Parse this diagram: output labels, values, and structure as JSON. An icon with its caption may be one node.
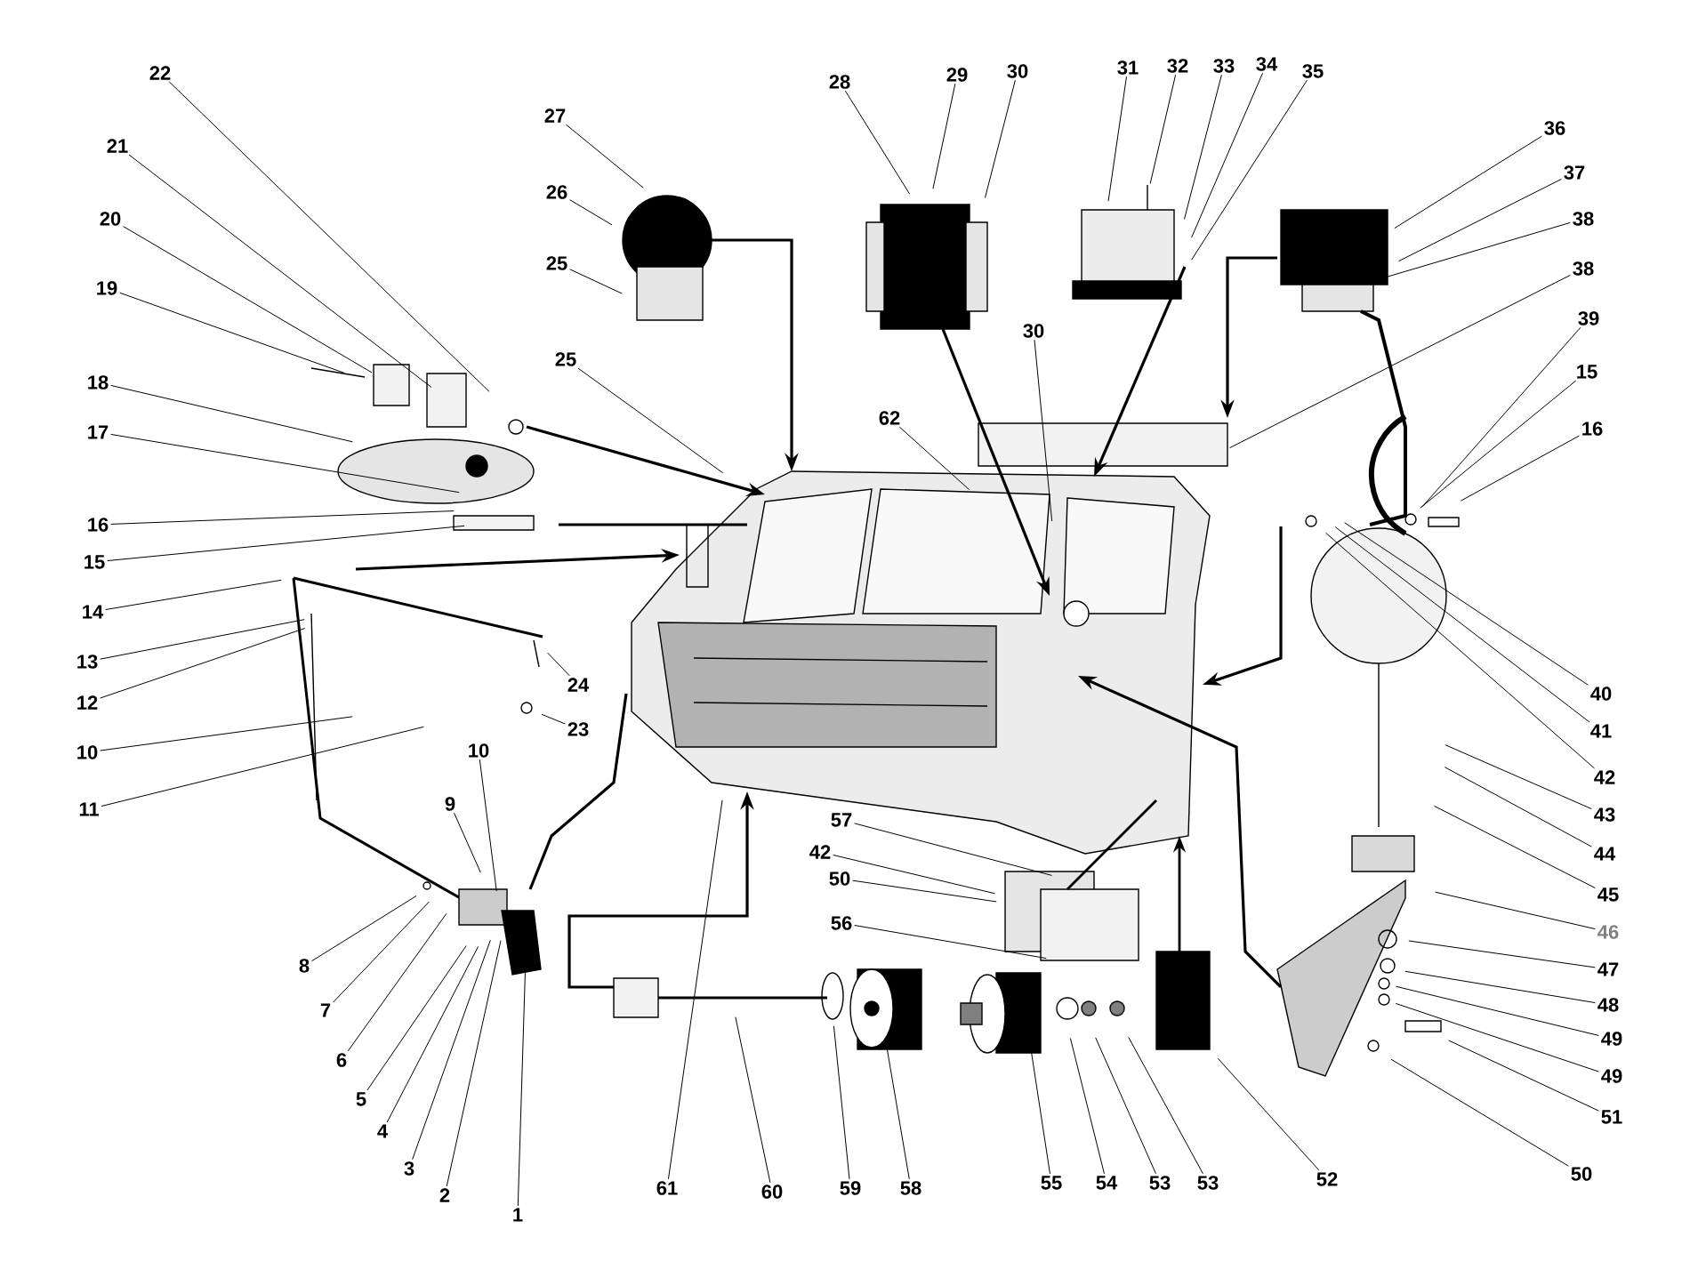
{
  "diagram": {
    "nodes": [
      {
        "text": [
          "1"
        ]
      },
      {
        "text": [
          "2"
        ]
      },
      {
        "text": [
          "3"
        ]
      },
      {
        "text": [
          "4"
        ]
      },
      {
        "text": [
          "5"
        ]
      },
      {
        "text": [
          "6"
        ]
      },
      {
        "text": [
          "7"
        ]
      },
      {
        "text": [
          "8"
        ]
      },
      {
        "text": [
          "9"
        ]
      },
      {
        "text": [
          "10"
        ]
      },
      {
        "text": [
          "10"
        ]
      },
      {
        "text": [
          "11"
        ]
      },
      {
        "text": [
          "12"
        ]
      },
      {
        "text": [
          "13"
        ]
      },
      {
        "text": [
          "14"
        ]
      },
      {
        "text": [
          "15"
        ]
      },
      {
        "text": [
          "16"
        ]
      },
      {
        "text": [
          "17"
        ]
      },
      {
        "text": [
          "18"
        ]
      },
      {
        "text": [
          "19"
        ]
      },
      {
        "text": [
          "20"
        ]
      },
      {
        "text": [
          "21"
        ]
      },
      {
        "text": [
          "22"
        ]
      },
      {
        "text": [
          "23"
        ]
      },
      {
        "text": [
          "24"
        ]
      },
      {
        "text": [
          "25"
        ]
      },
      {
        "text": [
          "25"
        ]
      },
      {
        "text": [
          "26"
        ]
      },
      {
        "text": [
          "27"
        ]
      },
      {
        "text": [
          "28"
        ]
      },
      {
        "text": [
          "29"
        ]
      },
      {
        "text": [
          "30"
        ]
      },
      {
        "text": [
          "30"
        ]
      },
      {
        "text": [
          "31"
        ]
      },
      {
        "text": [
          "32"
        ]
      },
      {
        "text": [
          "33"
        ]
      },
      {
        "text": [
          "34"
        ]
      },
      {
        "text": [
          "35"
        ]
      },
      {
        "text": [
          "36"
        ]
      },
      {
        "text": [
          "37"
        ]
      },
      {
        "text": [
          "38"
        ]
      },
      {
        "text": [
          "38"
        ]
      },
      {
        "text": [
          "39"
        ]
      },
      {
        "text": [
          "15"
        ]
      },
      {
        "text": [
          "16"
        ]
      },
      {
        "text": [
          "40"
        ]
      },
      {
        "text": [
          "41"
        ]
      },
      {
        "text": [
          "42"
        ]
      },
      {
        "text": [
          "43"
        ]
      },
      {
        "text": [
          "44"
        ]
      },
      {
        "text": [
          "45"
        ]
      },
      {
        "text": [
          "46"
        ]
      },
      {
        "text": [
          "47"
        ]
      },
      {
        "text": [
          "48"
        ]
      },
      {
        "text": [
          "49"
        ]
      },
      {
        "text": [
          "49"
        ]
      },
      {
        "text": [
          "51"
        ]
      },
      {
        "text": [
          "50"
        ]
      },
      {
        "text": [
          "52"
        ]
      },
      {
        "text": [
          "53"
        ]
      },
      {
        "text": [
          "53"
        ]
      },
      {
        "text": [
          "54"
        ]
      },
      {
        "text": [
          "55"
        ]
      },
      {
        "text": [
          "56"
        ]
      },
      {
        "text": [
          "57"
        ]
      },
      {
        "text": [
          "42"
        ]
      },
      {
        "text": [
          "50"
        ]
      },
      {
        "text": [
          "58"
        ]
      },
      {
        "text": [
          "59"
        ]
      },
      {
        "text": [
          "60"
        ]
      },
      {
        "text": [
          "61"
        ]
      },
      {
        "text": [
          "62"
        ]
      }
    ],
    "edges": [
      {
        "from": 0,
        "to": null,
        "arrow": "none"
      },
      {
        "from": 1,
        "to": null,
        "arrow": "none"
      },
      {
        "from": 2,
        "to": null,
        "arrow": "none"
      },
      {
        "from": 3,
        "to": null,
        "arrow": "none"
      },
      {
        "from": 4,
        "to": null,
        "arrow": "none"
      },
      {
        "from": 5,
        "to": null,
        "arrow": "none"
      },
      {
        "from": 6,
        "to": null,
        "arrow": "none"
      },
      {
        "from": 7,
        "to": null,
        "arrow": "none"
      },
      {
        "from": 8,
        "to": null,
        "arrow": "none"
      },
      {
        "from": 9,
        "to": null,
        "arrow": "none"
      },
      {
        "from": 10,
        "to": null,
        "arrow": "none"
      },
      {
        "from": 11,
        "to": null,
        "arrow": "none"
      },
      {
        "from": 12,
        "to": null,
        "arrow": "none"
      },
      {
        "from": 13,
        "to": null,
        "arrow": "none"
      },
      {
        "from": 14,
        "to": null,
        "arrow": "none"
      },
      {
        "from": 15,
        "to": null,
        "arrow": "none"
      },
      {
        "from": 16,
        "to": null,
        "arrow": "none"
      },
      {
        "from": 17,
        "to": null,
        "arrow": "none"
      },
      {
        "from": 18,
        "to": null,
        "arrow": "none"
      },
      {
        "from": 19,
        "to": null,
        "arrow": "none"
      },
      {
        "from": 20,
        "to": null,
        "arrow": "none"
      },
      {
        "from": 21,
        "to": null,
        "arrow": "none"
      },
      {
        "from": 22,
        "to": null,
        "arrow": "none"
      },
      {
        "from": 23,
        "to": null,
        "arrow": "none"
      },
      {
        "from": 24,
        "to": null,
        "arrow": "none"
      },
      {
        "from": 25,
        "to": null,
        "arrow": "none"
      },
      {
        "from": 26,
        "to": null,
        "arrow": "none"
      },
      {
        "from": 27,
        "to": null,
        "arrow": "none"
      },
      {
        "from": 28,
        "to": null,
        "arrow": "none"
      },
      {
        "from": 29,
        "to": null,
        "arrow": "none"
      },
      {
        "from": 30,
        "to": null,
        "arrow": "none"
      },
      {
        "from": 31,
        "to": null,
        "arrow": "none"
      },
      {
        "from": 32,
        "to": null,
        "arrow": "none"
      },
      {
        "from": 33,
        "to": null,
        "arrow": "none"
      },
      {
        "from": 34,
        "to": null,
        "arrow": "none"
      },
      {
        "from": 35,
        "to": null,
        "arrow": "none"
      },
      {
        "from": 36,
        "to": null,
        "arrow": "none"
      },
      {
        "from": 37,
        "to": null,
        "arrow": "none"
      },
      {
        "from": 38,
        "to": null,
        "arrow": "none"
      },
      {
        "from": 39,
        "to": null,
        "arrow": "none"
      },
      {
        "from": 40,
        "to": null,
        "arrow": "none"
      },
      {
        "from": 41,
        "to": null,
        "arrow": "none"
      },
      {
        "from": 42,
        "to": null,
        "arrow": "none"
      },
      {
        "from": 43,
        "to": null,
        "arrow": "none"
      },
      {
        "from": 44,
        "to": null,
        "arrow": "none"
      },
      {
        "from": 45,
        "to": null,
        "arrow": "none"
      },
      {
        "from": 46,
        "to": null,
        "arrow": "none"
      },
      {
        "from": 47,
        "to": null,
        "arrow": "none"
      },
      {
        "from": 48,
        "to": null,
        "arrow": "none"
      },
      {
        "from": 49,
        "to": null,
        "arrow": "none"
      },
      {
        "from": 50,
        "to": null,
        "arrow": "none"
      },
      {
        "from": 51,
        "to": null,
        "arrow": "none"
      },
      {
        "from": 52,
        "to": null,
        "arrow": "none"
      },
      {
        "from": 53,
        "to": null,
        "arrow": "none"
      },
      {
        "from": 54,
        "to": null,
        "arrow": "none"
      },
      {
        "from": 55,
        "to": null,
        "arrow": "none"
      },
      {
        "from": 56,
        "to": null,
        "arrow": "none"
      },
      {
        "from": 57,
        "to": null,
        "arrow": "none"
      },
      {
        "from": 58,
        "to": null,
        "arrow": "none"
      },
      {
        "from": 59,
        "to": null,
        "arrow": "none"
      },
      {
        "from": 60,
        "to": null,
        "arrow": "none"
      },
      {
        "from": 61,
        "to": null,
        "arrow": "none"
      },
      {
        "from": 62,
        "to": null,
        "arrow": "none"
      },
      {
        "from": 63,
        "to": null,
        "arrow": "none"
      },
      {
        "from": 64,
        "to": null,
        "arrow": "none"
      },
      {
        "from": 65,
        "to": null,
        "arrow": "none"
      },
      {
        "from": 66,
        "to": null,
        "arrow": "none"
      },
      {
        "from": 67,
        "to": null,
        "arrow": "none"
      },
      {
        "from": 68,
        "to": null,
        "arrow": "none"
      },
      {
        "from": 69,
        "to": null,
        "arrow": "none"
      },
      {
        "from": 70,
        "to": null,
        "arrow": "none"
      },
      {
        "from": 71,
        "to": null,
        "arrow": "none"
      }
    ]
  }
}
